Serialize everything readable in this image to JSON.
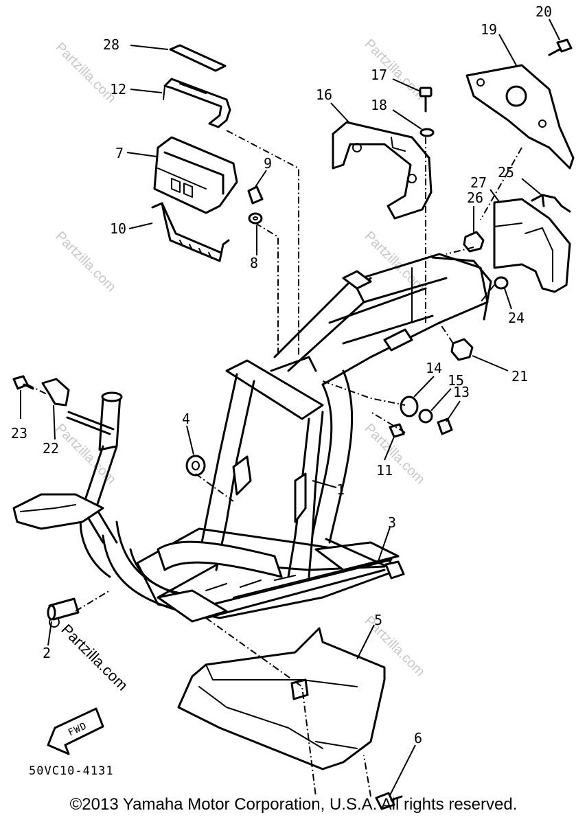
{
  "diagram": {
    "part_numbers": [
      "1",
      "2",
      "3",
      "4",
      "5",
      "6",
      "7",
      "8",
      "9",
      "10",
      "11",
      "12",
      "13",
      "14",
      "15",
      "16",
      "17",
      "18",
      "19",
      "20",
      "21",
      "22",
      "23",
      "24",
      "25",
      "26",
      "27",
      "28"
    ],
    "drawing_code": "50VC10-4131",
    "forward_arrow_label": "FWD",
    "watermark_text": "Partzilla.com",
    "copyright": "©2013 Yamaha Motor Corporation, U.S.A. All rights reserved."
  }
}
